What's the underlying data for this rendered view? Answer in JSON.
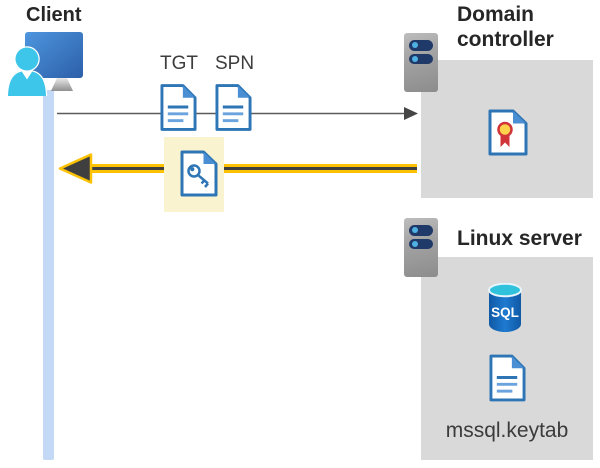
{
  "labels": {
    "client": "Client",
    "tgt": "TGT",
    "spn": "SPN",
    "domain_controller": "Domain controller",
    "linux_server": "Linux server",
    "sql": "SQL",
    "keytab_file": "mssql.keytab"
  },
  "colors": {
    "text_dark": "#262626",
    "panel_gray": "#d9d9d9",
    "highlight_yellow": "#faf3d0",
    "arrow_gold": "#fcc203",
    "arrow_dark": "#3f3f3f",
    "gray_arrow": "#595959",
    "client_bar_blue": "#c3d9f6",
    "doc_border_blue": "#2e75b6",
    "doc_fold_blue": "#4a8fd4",
    "doc_line_blue": "#6aa3dd",
    "server_navy": "#1f3a68",
    "server_dot_blue": "#4fb0e2",
    "person_cyan": "#3dc5ea",
    "monitor_blue_light": "#4e96de",
    "monitor_blue_dark": "#2c5fa9",
    "sql_cylinder_blue": "#1565be",
    "sql_top_cyan": "#30c2dc",
    "cert_seal_yellow": "#ffd24c",
    "cert_seal_red": "#d13438"
  }
}
